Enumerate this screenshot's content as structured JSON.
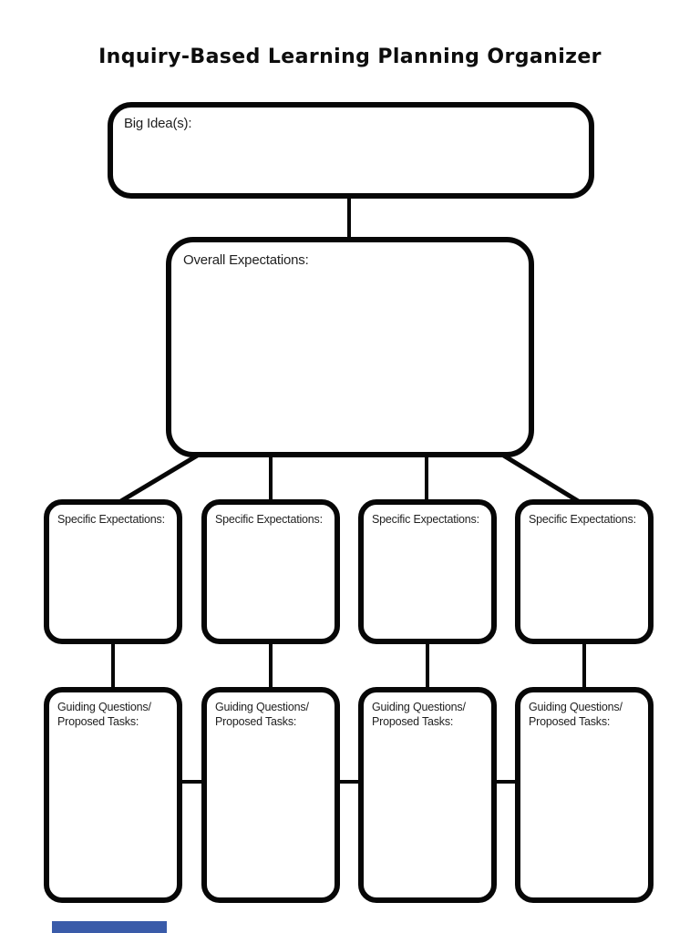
{
  "document": {
    "title": "Inquiry-Based Learning Planning Organizer",
    "ink_color": "#070707",
    "paper_color": "#ffffff",
    "label_color": "#1f1f1f"
  },
  "boxes": {
    "big_idea": {
      "label": "Big Idea(s):"
    },
    "overall": {
      "label": "Overall Expectations:"
    },
    "specific": [
      {
        "label": "Specific Expectations:"
      },
      {
        "label": "Specific Expectations:"
      },
      {
        "label": "Specific Expectations:"
      },
      {
        "label": "Specific Expectations:"
      }
    ],
    "guiding": [
      {
        "line1": "Guiding Questions/",
        "line2": "Proposed Tasks:"
      },
      {
        "line1": "Guiding Questions/",
        "line2": "Proposed Tasks:"
      },
      {
        "line1": "Guiding Questions/",
        "line2": "Proposed Tasks:"
      },
      {
        "line1": "Guiding Questions/",
        "line2": "Proposed Tasks:"
      }
    ]
  },
  "footer": {
    "next_page_peek_color": "#3a5ba9"
  }
}
